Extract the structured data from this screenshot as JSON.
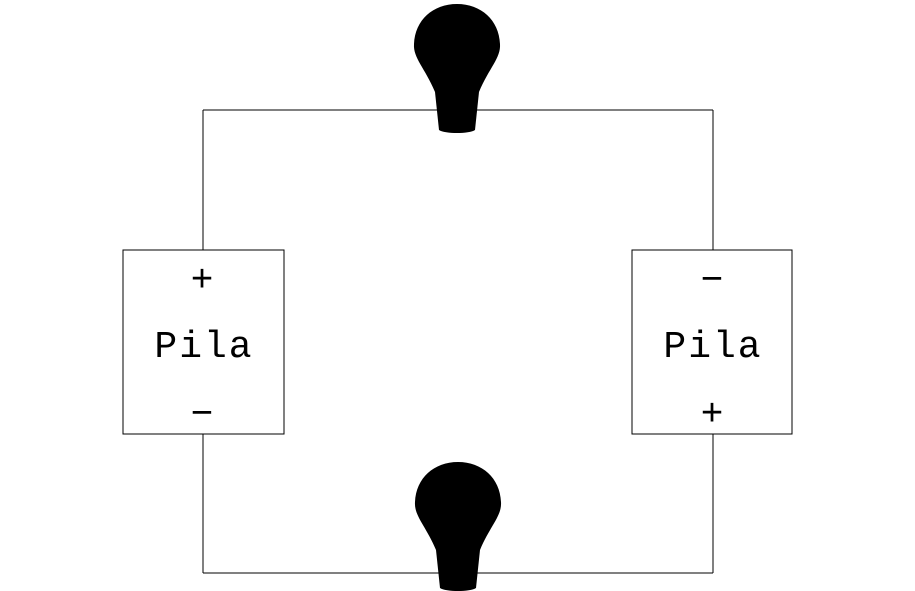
{
  "batteries": [
    {
      "label": "Pila",
      "top_sign": "+",
      "bottom_sign": "−"
    },
    {
      "label": "Pila",
      "top_sign": "−",
      "bottom_sign": "+"
    }
  ],
  "bulbs": [
    {
      "name": "top-bulb"
    },
    {
      "name": "bottom-bulb"
    }
  ],
  "colors": {
    "line": "#000000",
    "background": "#ffffff"
  }
}
